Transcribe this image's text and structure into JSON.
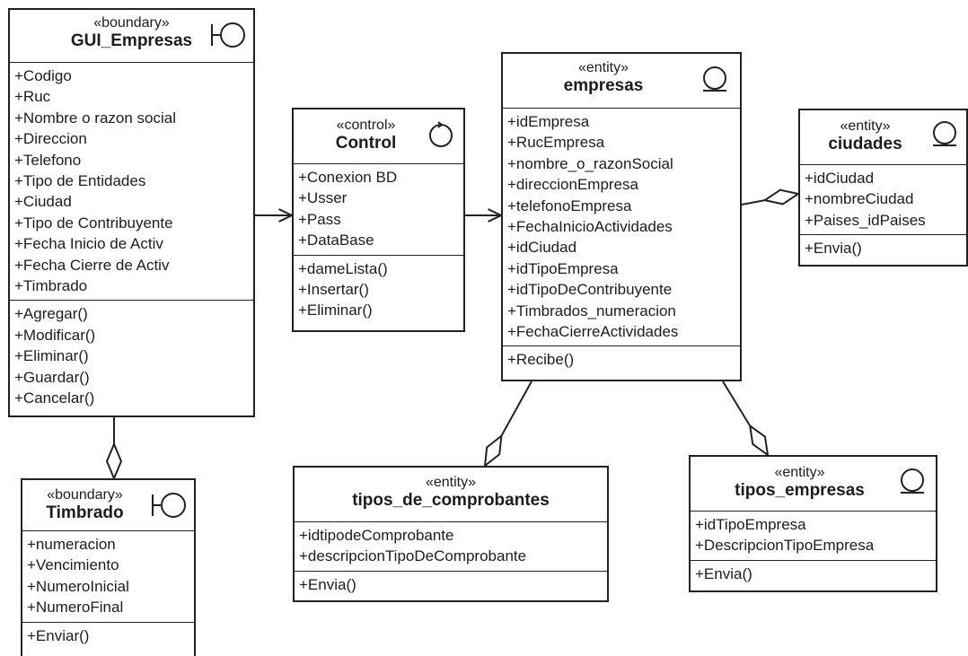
{
  "classes": {
    "gui_empresas": {
      "stereotype": "«boundary»",
      "name": "GUI_Empresas",
      "attributes": [
        "+Codigo",
        "+Ruc",
        "+Nombre o razon social",
        "+Direccion",
        "+Telefono",
        "+Tipo de Entidades",
        "+Ciudad",
        "+Tipo de Contribuyente",
        "+Fecha Inicio de Activ",
        "+Fecha Cierre de Activ",
        "+Timbrado"
      ],
      "operations": [
        "+Agregar()",
        "+Modificar()",
        "+Eliminar()",
        "+Guardar()",
        "+Cancelar()"
      ],
      "icon": "boundary-icon"
    },
    "control": {
      "stereotype": "«control»",
      "name": "Control",
      "attributes": [
        "+Conexion BD",
        "+Usser",
        "+Pass",
        "+DataBase"
      ],
      "operations": [
        "+dameLista()",
        "+Insertar()",
        "+Eliminar()"
      ],
      "icon": "control-icon"
    },
    "empresas": {
      "stereotype": "«entity»",
      "name": "empresas",
      "attributes": [
        "+idEmpresa",
        "+RucEmpresa",
        "+nombre_o_razonSocial",
        "+direccionEmpresa",
        "+telefonoEmpresa",
        "+FechaInicioActividades",
        "+idCiudad",
        "+idTipoEmpresa",
        "+idTipoDeContribuyente",
        "+Timbrados_numeracion",
        "+FechaCierreActividades"
      ],
      "operations": [
        "+Recibe()"
      ],
      "icon": "entity-icon"
    },
    "ciudades": {
      "stereotype": "«entity»",
      "name": "ciudades",
      "attributes": [
        "+idCiudad",
        "+nombreCiudad",
        "+Paises_idPaises"
      ],
      "operations": [
        "+Envia()"
      ],
      "icon": "entity-icon"
    },
    "timbrado": {
      "stereotype": "«boundary»",
      "name": "Timbrado",
      "attributes": [
        "+numeracion",
        "+Vencimiento",
        "+NumeroInicial",
        "+NumeroFinal"
      ],
      "operations": [
        "+Enviar()"
      ],
      "icon": "boundary-icon"
    },
    "tipos_de_comprobantes": {
      "stereotype": "«entity»",
      "name": "tipos_de_comprobantes",
      "attributes": [
        "+idtipodeComprobante",
        "+descripcionTipoDeComprobante"
      ],
      "operations": [
        "+Envia()"
      ],
      "icon": "entity-icon"
    },
    "tipos_empresas": {
      "stereotype": "«entity»",
      "name": "tipos_empresas",
      "attributes": [
        "+idTipoEmpresa",
        "+DescripcionTipoEmpresa"
      ],
      "operations": [
        "+Envia()"
      ],
      "icon": "entity-icon"
    }
  },
  "relationships": [
    {
      "from": "gui_empresas",
      "to": "control",
      "type": "dependency"
    },
    {
      "from": "control",
      "to": "empresas",
      "type": "dependency"
    },
    {
      "from": "empresas",
      "to": "ciudades",
      "type": "aggregation"
    },
    {
      "from": "gui_empresas",
      "to": "timbrado",
      "type": "aggregation"
    },
    {
      "from": "empresas",
      "to": "tipos_de_comprobantes",
      "type": "aggregation"
    },
    {
      "from": "empresas",
      "to": "tipos_empresas",
      "type": "aggregation"
    }
  ]
}
